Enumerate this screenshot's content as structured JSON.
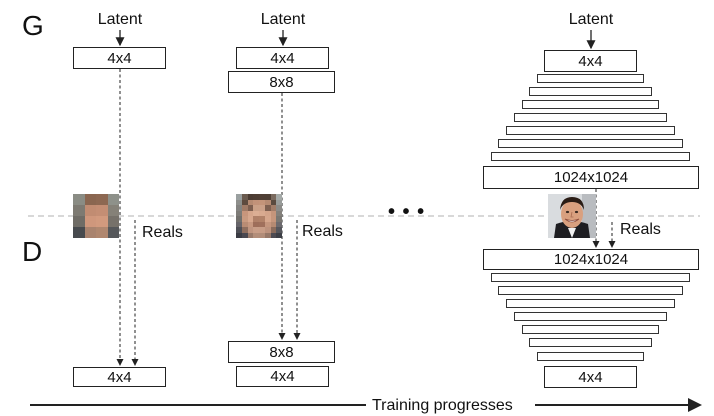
{
  "labels": {
    "generator": "G",
    "discriminator": "D"
  },
  "columns": [
    {
      "latent": "Latent",
      "generator_blocks": [
        "4x4"
      ],
      "discriminator_blocks": [
        "4x4"
      ],
      "reals": "Reals"
    },
    {
      "latent": "Latent",
      "generator_blocks": [
        "4x4",
        "8x8"
      ],
      "discriminator_blocks": [
        "8x8",
        "4x4"
      ],
      "reals": "Reals"
    },
    {
      "latent": "Latent",
      "generator_blocks": [
        "4x4",
        "1024x1024"
      ],
      "discriminator_blocks": [
        "1024x1024",
        "4x4"
      ],
      "reals": "Reals"
    }
  ],
  "ellipsis": "• • •",
  "axis_label": "Training progresses",
  "colors": {
    "line": "#222222",
    "separator": "#b0b0b0"
  }
}
